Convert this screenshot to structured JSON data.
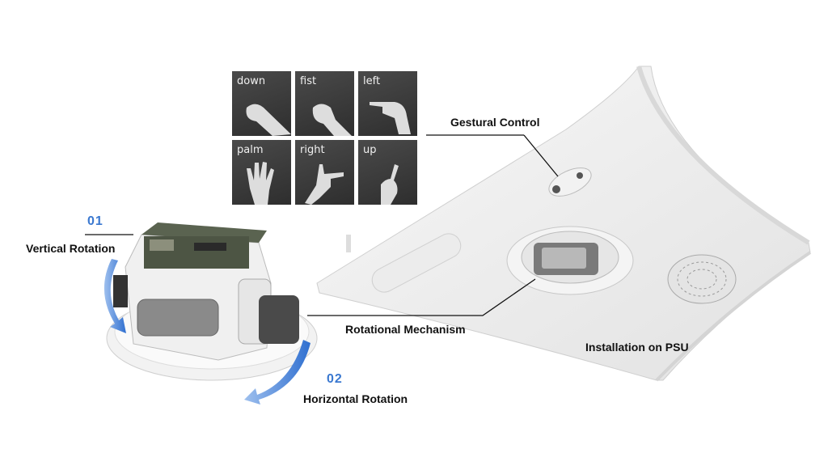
{
  "gestures": [
    "down",
    "fist",
    "left",
    "palm",
    "right",
    "up"
  ],
  "labels": {
    "gestural_control": "Gestural Control",
    "rotational_mechanism": "Rotational Mechanism",
    "installation": "Installation on PSU",
    "vertical_number": "01",
    "vertical_rotation": "Vertical Rotation",
    "horizontal_number": "02",
    "horizontal_rotation": "Horizontal Rotation"
  },
  "colors": {
    "accent": "#3a78d0",
    "tile": "#3a3a3a"
  }
}
